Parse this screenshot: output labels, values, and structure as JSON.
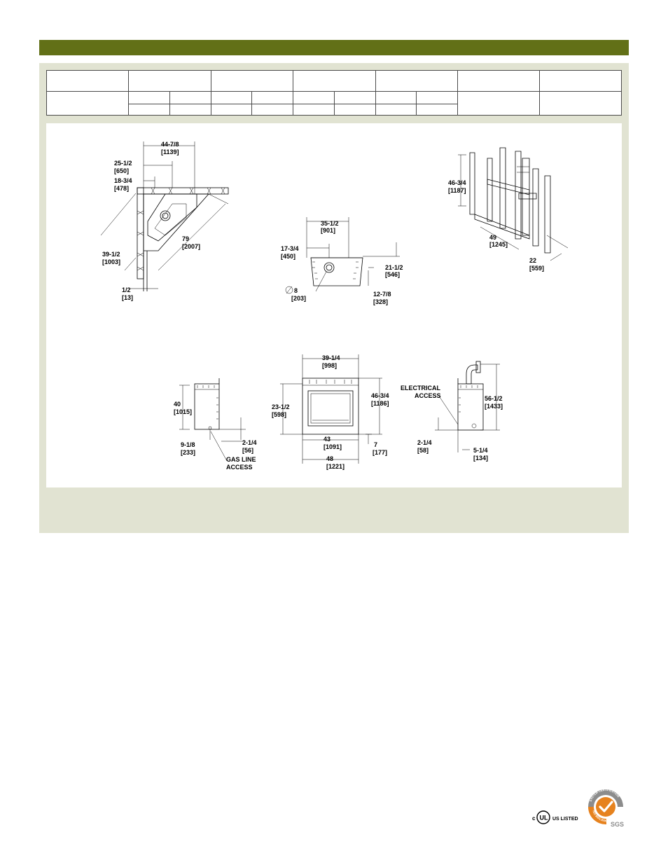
{
  "colors": {
    "header_bar": "#627017",
    "panel": "#e1e3d2",
    "logo_orange": "#e6821e",
    "logo_grey": "#8c8c8c"
  },
  "corner_view": {
    "dims": [
      {
        "text": "44-7/8"
      },
      {
        "text": "[1139]"
      },
      {
        "text": "25-1/2"
      },
      {
        "text": "[650]"
      },
      {
        "text": "18-3/4"
      },
      {
        "text": "[478]"
      },
      {
        "text": "79"
      },
      {
        "text": "[2007]"
      },
      {
        "text": "39-1/2"
      },
      {
        "text": "[1003]"
      },
      {
        "text": "1/2"
      },
      {
        "text": "[13]"
      }
    ]
  },
  "top_view": {
    "dims": [
      {
        "text": "35-1/2"
      },
      {
        "text": "[901]"
      },
      {
        "text": "17-3/4"
      },
      {
        "text": "[450]"
      },
      {
        "text": "21-1/2"
      },
      {
        "text": "[546]"
      },
      {
        "text": "12-7/8"
      },
      {
        "text": "[328]"
      },
      {
        "text": "8"
      },
      {
        "text": "[203]"
      }
    ]
  },
  "framing_view": {
    "dims": [
      {
        "text": "46-3/4"
      },
      {
        "text": "[1187]"
      },
      {
        "text": "49"
      },
      {
        "text": "[1245]"
      },
      {
        "text": "22"
      },
      {
        "text": "[559]"
      }
    ]
  },
  "left_side_view": {
    "dims": [
      {
        "text": "40"
      },
      {
        "text": "[1015]"
      },
      {
        "text": "9-1/8"
      },
      {
        "text": "[233]"
      },
      {
        "text": "2-1/4"
      },
      {
        "text": "[56]"
      },
      {
        "text": "GAS LINE"
      },
      {
        "text": "ACCESS"
      }
    ]
  },
  "front_view": {
    "dims": [
      {
        "text": "39-1/4"
      },
      {
        "text": "[998]"
      },
      {
        "text": "23-1/2"
      },
      {
        "text": "[598]"
      },
      {
        "text": "46-3/4"
      },
      {
        "text": "[1186]"
      },
      {
        "text": "43"
      },
      {
        "text": "[1091]"
      },
      {
        "text": "7"
      },
      {
        "text": "[177]"
      },
      {
        "text": "48"
      },
      {
        "text": "[1221]"
      }
    ]
  },
  "right_side_view": {
    "dims": [
      {
        "text": "ELECTRICAL"
      },
      {
        "text": "ACCESS"
      },
      {
        "text": "56-1/2"
      },
      {
        "text": "[1433]"
      },
      {
        "text": "2-1/4"
      },
      {
        "text": "[58]"
      },
      {
        "text": "5-1/4"
      },
      {
        "text": "[134]"
      }
    ]
  },
  "logos": {
    "ul_c": "c",
    "ul_us": "US LISTED",
    "ul_mark": "UL",
    "sgs_name": "SGS",
    "sgs_ring_top": "SYSTEM CERTIFICATION",
    "sgs_ring_bottom": "ISO 9001:2000"
  }
}
